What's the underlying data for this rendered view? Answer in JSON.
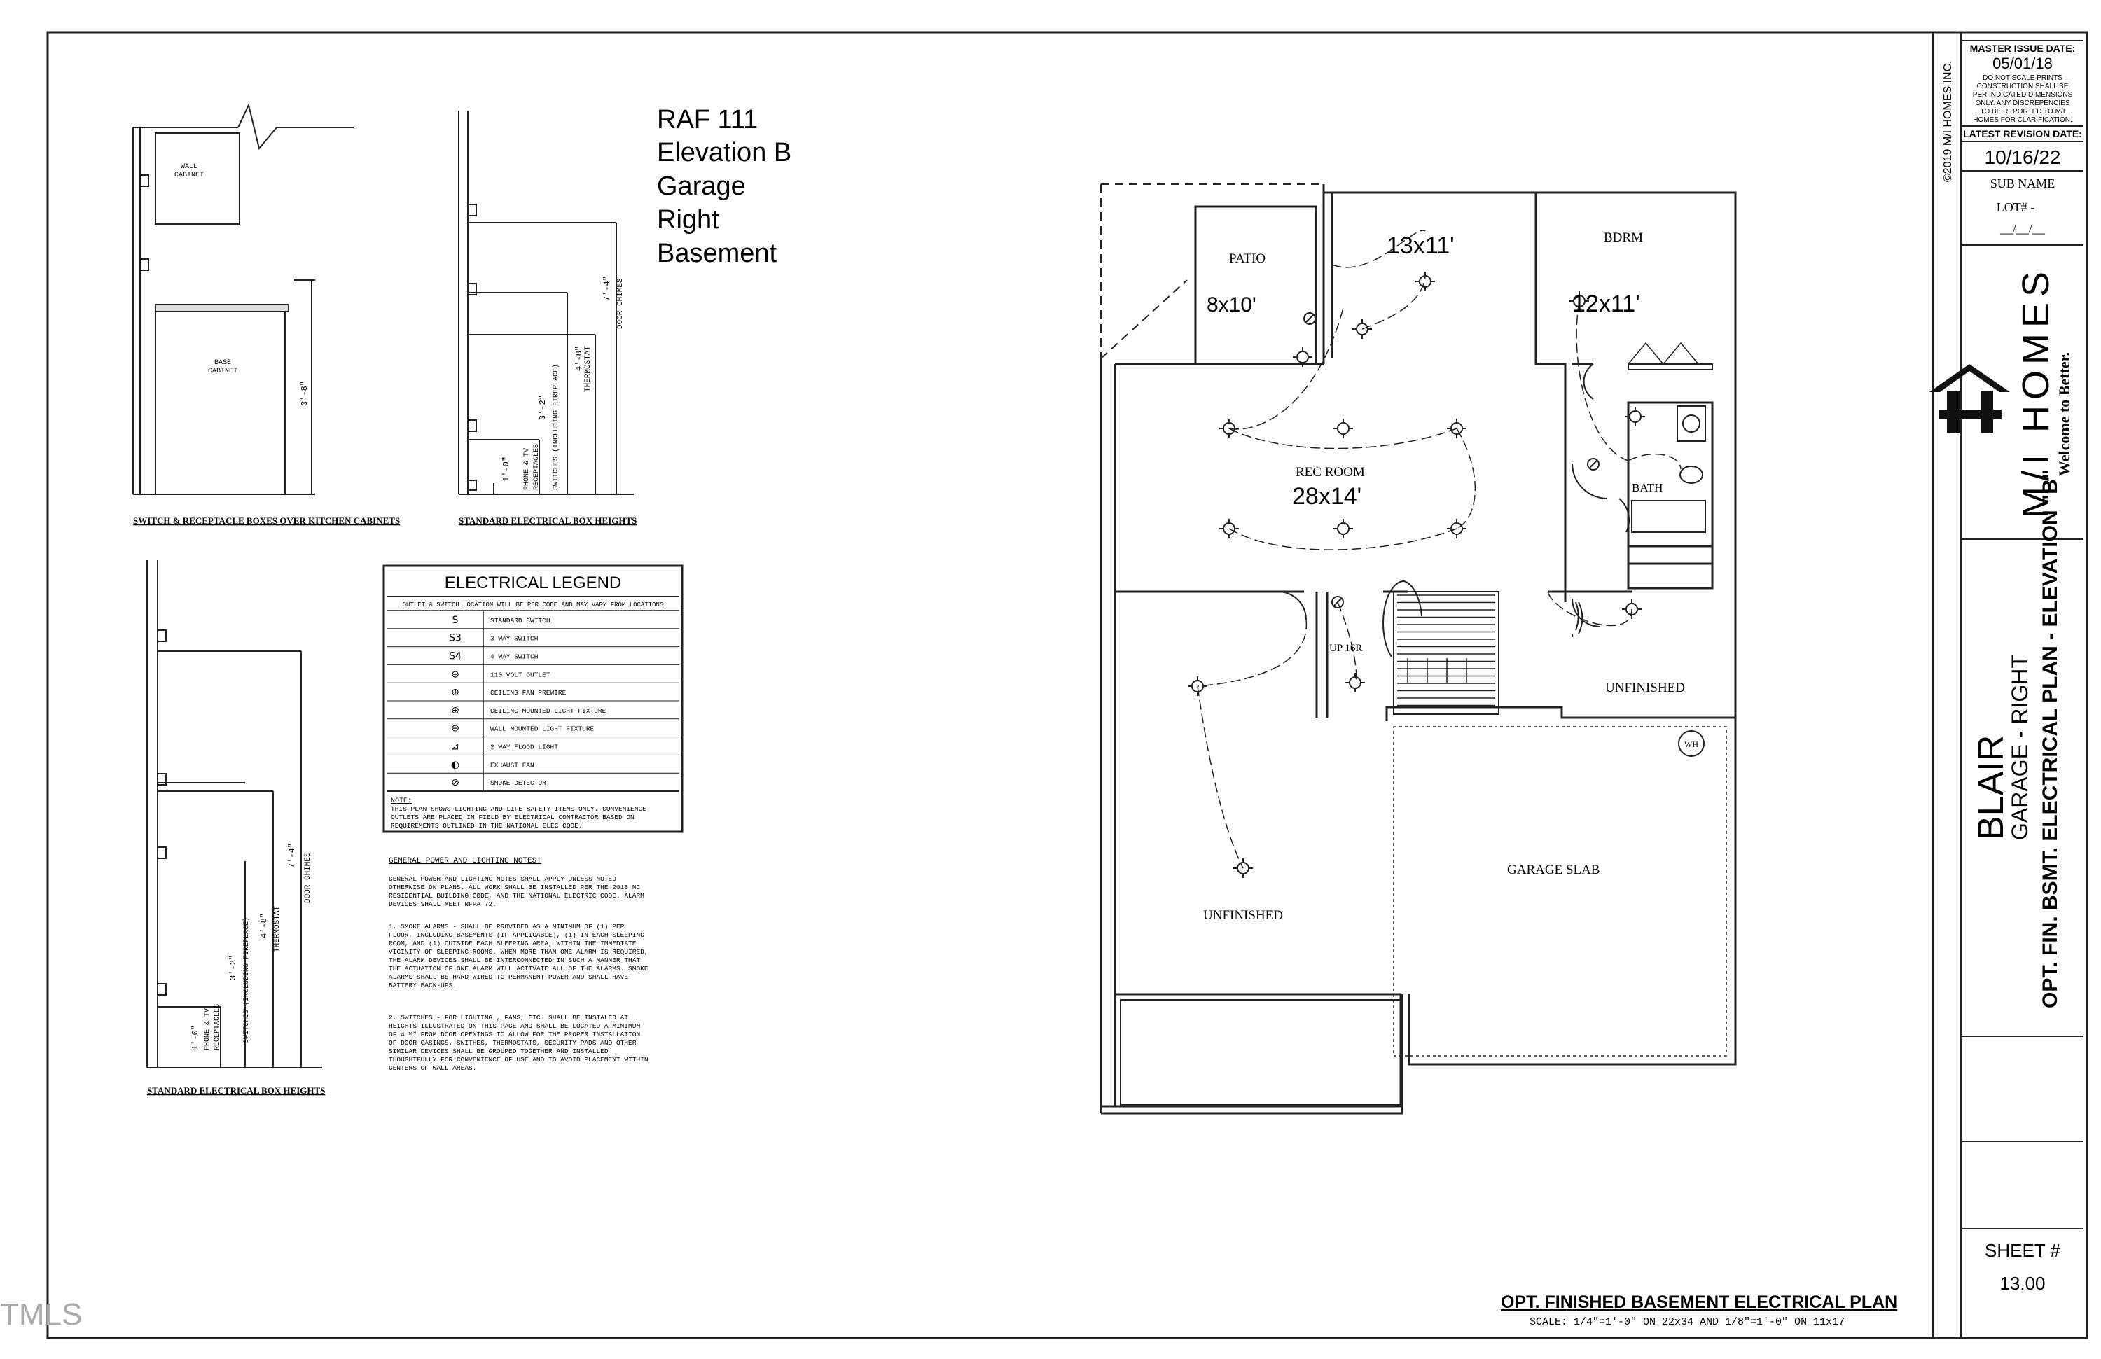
{
  "watermark": "TMLS",
  "title_block": {
    "copyright": "©2019 M/I HOMES INC.",
    "master_issue_label": "MASTER ISSUE DATE:",
    "master_issue_date": "05/01/18",
    "notice_lines": [
      "DO NOT SCALE PRINTS",
      "CONSTRUCTION SHALL BE",
      "PER INDICATED DIMENSIONS",
      "ONLY. ANY DISCREPENCIES",
      "TO BE REPORTED TO M/I",
      "HOMES FOR CLARIFICATION."
    ],
    "latest_revision_label": "LATEST REVISION DATE:",
    "latest_revision_date": "10/16/22",
    "sub_name": "SUB NAME",
    "lot": "LOT# -",
    "lot_date": "__/__/__",
    "brand": "M/I HOMES",
    "tagline": "Welcome to Better.",
    "plan_name": "BLAIR",
    "plan_variant": "GARAGE - RIGHT",
    "plan_desc": "OPT. FIN. BSMT. ELECTRICAL PLAN - ELEVATION \"B\"",
    "sheet_label": "SHEET #",
    "sheet_number": "13.00"
  },
  "header_note": [
    "RAF 111",
    "Elevation B",
    "Garage",
    "Right",
    "Basement"
  ],
  "details": {
    "kitchen_title": "SWITCH & RECEPTACLE BOXES OVER KITCHEN CABINETS",
    "wall_cabinet": [
      "WALL",
      "CABINET"
    ],
    "base_cabinet": [
      "BASE",
      "CABINET"
    ],
    "dim_3_8": "3'-8\"",
    "std_title": "STANDARD ELECTRICAL BOX HEIGHTS",
    "dim_7_4": "7'-4\"",
    "door_chimes": "DOOR CHIMES",
    "dim_4_8": "4'-8\"",
    "thermostat": "THERMOSTAT",
    "dim_3_2": "3'-2\"",
    "switches": "SWITCHES (INCLUDING FIREPLACE)",
    "dim_1_0": "1'-0\"",
    "phone_tv": "PHONE & TV",
    "receptacles": "RECEPTACLES"
  },
  "legend": {
    "title": "ELECTRICAL LEGEND",
    "subtitle": "OUTLET & SWITCH LOCATION WILL BE PER CODE AND MAY VARY FROM LOCATIONS",
    "items": [
      {
        "symbol": "S",
        "label": "STANDARD SWITCH"
      },
      {
        "symbol": "S3",
        "label": "3 WAY SWITCH"
      },
      {
        "symbol": "S4",
        "label": "4 WAY SWITCH"
      },
      {
        "symbol": "⊖",
        "label": "110 VOLT OUTLET"
      },
      {
        "symbol": "⊕",
        "label": "CEILING FAN PREWIRE"
      },
      {
        "symbol": "⊕",
        "label": "CEILING MOUNTED LIGHT FIXTURE"
      },
      {
        "symbol": "⊖",
        "label": "WALL MOUNTED LIGHT FIXTURE"
      },
      {
        "symbol": "⊿",
        "label": "2 WAY FLOOD LIGHT"
      },
      {
        "symbol": "◐",
        "label": "EXHAUST FAN"
      },
      {
        "symbol": "⊘",
        "label": "SMOKE DETECTOR"
      }
    ],
    "note_title": "NOTE:",
    "note_lines": [
      "THIS PLAN SHOWS LIGHTING AND LIFE SAFETY ITEMS ONLY.  CONVENIENCE",
      "OUTLETS ARE PLACED IN FIELD BY ELECTRICAL CONTRACTOR BASED ON",
      "REQUIREMENTS OUTLINED IN THE NATIONAL ELEC CODE."
    ]
  },
  "general_notes": {
    "title": "GENERAL POWER AND LIGHTING NOTES:",
    "intro": [
      "GENERAL POWER AND LIGHTING NOTES SHALL APPLY UNLESS NOTED",
      "OTHERWISE ON PLANS. ALL WORK SHALL BE INSTALLED PER THE 2018 NC",
      "RESIDENTIAL BUILDING CODE, AND THE NATIONAL ELECTRIC CODE. ALARM",
      "DEVICES SHALL MEET NFPA 72."
    ],
    "note1": [
      "1.   SMOKE ALARMS - SHALL BE PROVIDED AS A MINIMUM OF (1) PER",
      "FLOOR, INCLUDING BASEMENTS (IF APPLICABLE), (1) IN EACH SLEEPING",
      "ROOM, AND (1) OUTSIDE EACH SLEEPING AREA, WITHIN THE IMMEDIATE",
      "VICINITY OF SLEEPING ROOMS. WHEN MORE THAN ONE ALARM IS REQUIRED,",
      "THE ALARM DEVICES SHALL BE INTERCONNECTED IN SUCH A MANNER THAT",
      "THE ACTUATION OF ONE ALARM WILL ACTIVATE ALL OF THE ALARMS. SMOKE",
      "ALARMS SHALL BE HARD WIRED TO PERMANENT POWER AND SHALL HAVE",
      "BATTERY BACK-UPS."
    ],
    "note2": [
      "2.   SWITCHES - FOR LIGHTING , FANS, ETC. SHALL BE INSTALED AT",
      "HEIGHTS ILLUSTRATED ON THIS PAGE AND SHALL BE LOCATED A MINIMUM",
      "OF 4 ½\" FROM DOOR OPENINGS TO ALLOW FOR THE PROPER INSTALLATION",
      "OF DOOR CASINGS. SWITHES, THERMOSTATS, SECURITY PADS AND OTHER",
      "SIMILAR DEVICES SHALL BE GROUPED TOGETHER AND INSTALLED",
      "THOUGHTFULLY FOR CONVENIENCE OF USE AND TO AVOID PLACEMENT WITHIN",
      "CENTERS OF WALL AREAS."
    ]
  },
  "plan": {
    "patio": "PATIO",
    "patio_size": "8x10'",
    "room_13x11": "13x11'",
    "bdrm": "BDRM",
    "bdrm_size": "12x11'",
    "rec_room": "REC ROOM",
    "rec_size": "28x14'",
    "bath": "BATH",
    "up": "UP 16R",
    "unfinished_right": "UNFINISHED",
    "unfinished_left": "UNFINISHED",
    "garage_slab": "GARAGE SLAB",
    "wh": "WH"
  },
  "sheet_title": "OPT. FINISHED BASEMENT ELECTRICAL PLAN",
  "scale_note": "SCALE: 1/4\"=1'-0\" ON 22x34 AND 1/8\"=1'-0\" ON 11x17"
}
